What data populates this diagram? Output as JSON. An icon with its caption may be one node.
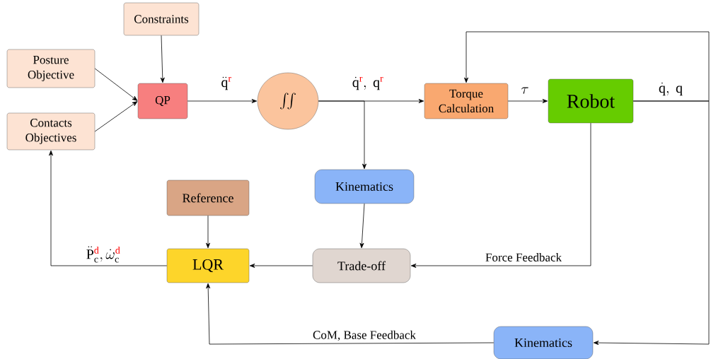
{
  "diagram": {
    "nodes": [
      {
        "text": [
          "Constraints"
        ]
      },
      {
        "text": [
          "Posture Objective"
        ]
      },
      {
        "text": [
          "Contacts Objectives"
        ]
      },
      {
        "text": [
          "QP"
        ]
      },
      {
        "text": [
          "\\iint"
        ]
      },
      {
        "text": [
          "Torque Calculation"
        ]
      },
      {
        "text": [
          "Robot"
        ]
      },
      {
        "text": [
          "Kinematics"
        ]
      },
      {
        "text": [
          "Reference"
        ]
      },
      {
        "text": [
          "LQR"
        ]
      },
      {
        "text": [
          "Trade-off"
        ]
      },
      {
        "text": [
          "Kinematics"
        ]
      }
    ],
    "edges": [
      {
        "from": 0,
        "to": 3,
        "arrow": "to"
      },
      {
        "from": 1,
        "to": 3,
        "arrow": "to"
      },
      {
        "from": 2,
        "to": 3,
        "arrow": "to"
      },
      {
        "from": 3,
        "to": 4,
        "arrow": "to",
        "label": "\\ddot{\\mathrm{q}}^{\\textcolor{red}{\\mathrm{r}}}"
      },
      {
        "from": 4,
        "to": 5,
        "arrow": "to",
        "label": "\\dot{\\mathrm{q}}^{\\textcolor{red}{\\mathrm{r}}},\\ \\mathrm{q}^{\\textcolor{red}{\\mathrm{r}}}"
      },
      {
        "from": 4,
        "to": 7,
        "arrow": "to"
      },
      {
        "from": 5,
        "to": 6,
        "arrow": "to",
        "label": "\\tau"
      },
      {
        "from": 6,
        "to": 5,
        "arrow": "to",
        "label": "\\dot{\\mathrm{q}},\\ \\mathrm{q}"
      },
      {
        "from": 6,
        "to": 11,
        "arrow": "to"
      },
      {
        "from": 6,
        "to": 10,
        "arrow": "to",
        "label": "Force Feedback"
      },
      {
        "from": 7,
        "to": 10,
        "arrow": "to"
      },
      {
        "from": 10,
        "to": 9,
        "arrow": "to"
      },
      {
        "from": 8,
        "to": 9,
        "arrow": "to"
      },
      {
        "from": 9,
        "to": 2,
        "arrow": "to",
        "label": "\\ddot{\\mathrm{P}}_{\\mathrm{c}}^{\\textcolor{red}{\\mathrm{d}}},\\dot{\\omega}_{\\mathrm{c}}^{\\textcolor{red}{\\mathrm{d}}}"
      },
      {
        "from": 11,
        "to": 9,
        "arrow": "to",
        "label": "CoM, Base Feedback"
      }
    ]
  }
}
